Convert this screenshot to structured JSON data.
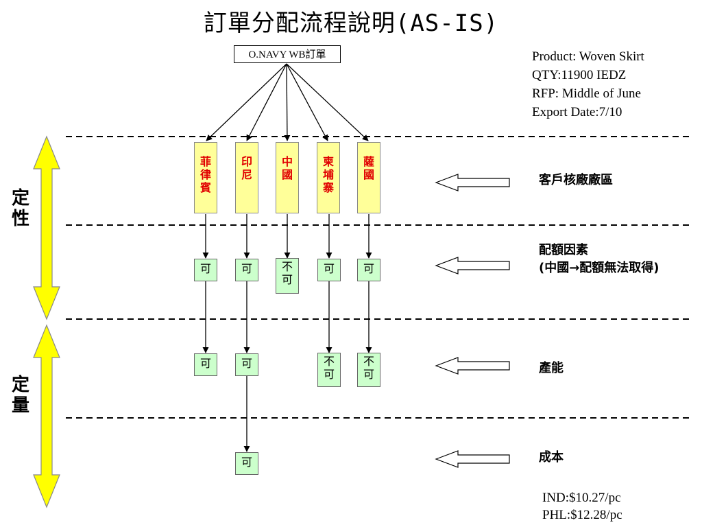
{
  "title": "訂單分配流程說明(AS-IS)",
  "source": "O.NAVY WB訂單",
  "product_info": [
    "Product: Woven Skirt",
    "QTY:11900 IEDZ",
    "RFP: Middle of June",
    "Export Date:7/10"
  ],
  "countries": [
    {
      "name": [
        "菲",
        "律",
        "賓"
      ]
    },
    {
      "name": [
        "印",
        "尼"
      ]
    },
    {
      "name": [
        "中",
        "國"
      ]
    },
    {
      "name": [
        "柬",
        "埔",
        "寨"
      ]
    },
    {
      "name": [
        "薩",
        "國"
      ]
    }
  ],
  "stages": [
    {
      "label_lines": [
        "客戶核廠廠區"
      ]
    },
    {
      "label_lines": [
        "配額因素",
        "(中國→配額無法取得)"
      ]
    },
    {
      "label_lines": [
        "產能"
      ]
    },
    {
      "label_lines": [
        "成本"
      ]
    }
  ],
  "results": {
    "quota": [
      [
        "可"
      ],
      [
        "可"
      ],
      [
        "不",
        "可"
      ],
      [
        "可"
      ],
      [
        "可"
      ]
    ],
    "capacity": [
      [
        "可"
      ],
      [
        "可"
      ],
      null,
      [
        "不",
        "可"
      ],
      [
        "不",
        "可"
      ]
    ],
    "cost": [
      null,
      [
        "可"
      ],
      null,
      null,
      null
    ]
  },
  "side_labels": {
    "qualitative": [
      "定",
      "性"
    ],
    "quantitative": [
      "定",
      "量"
    ]
  },
  "prices": [
    "IND:$10.27/pc",
    "PHL:$12.28/pc"
  ],
  "colors": {
    "country_fill": "#ffff99",
    "country_text": "#e00000",
    "result_fill": "#ccffcc",
    "side_arrow": "#ffff00"
  }
}
